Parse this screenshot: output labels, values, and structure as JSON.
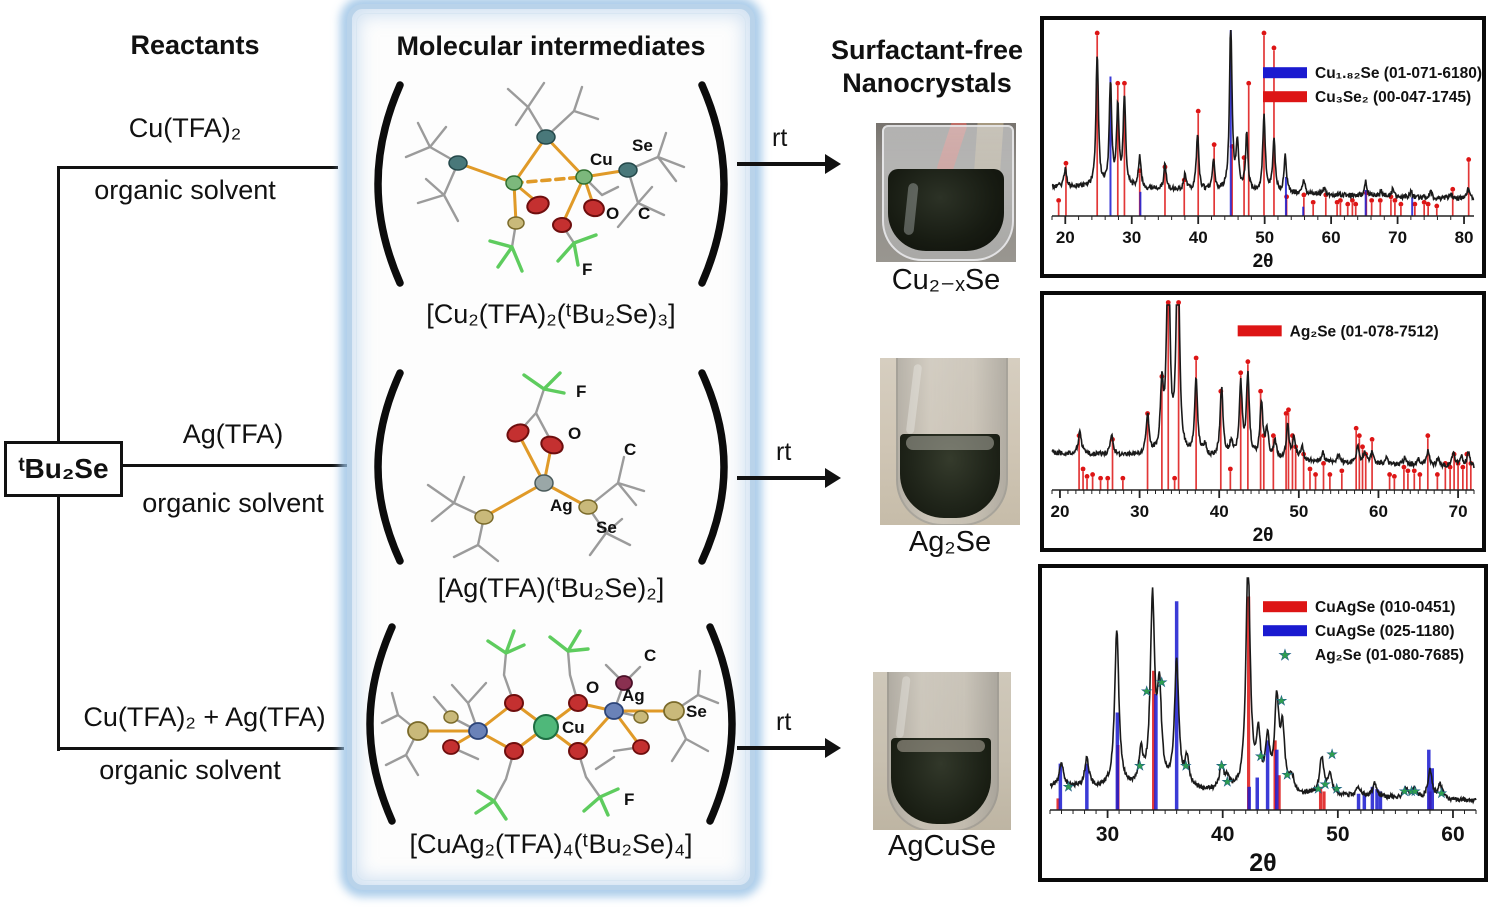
{
  "reactants": {
    "heading": "Reactants",
    "root_formula": "ᵗBu₂Se",
    "branches": [
      {
        "reagent": "Cu(TFA)₂",
        "solvent": "organic solvent"
      },
      {
        "reagent": "Ag(TFA)",
        "solvent": "organic solvent"
      },
      {
        "reagent": "Cu(TFA)₂ + Ag(TFA)",
        "solvent": "organic solvent"
      }
    ]
  },
  "intermediates": {
    "heading": "Molecular intermediates",
    "items": [
      {
        "formula": "[Cu₂(TFA)₂(ᵗBu₂Se)₃]",
        "labels": {
          "metal": "Cu",
          "se": "Se",
          "o": "O",
          "c": "C",
          "f": "F"
        }
      },
      {
        "formula": "[Ag(TFA)(ᵗBu₂Se)₂]",
        "labels": {
          "metal": "Ag",
          "se": "Se",
          "o": "O",
          "c": "C",
          "f": "F"
        }
      },
      {
        "formula": "[CuAg₂(TFA)₄(ᵗBu₂Se)₄]",
        "labels": {
          "metal": "Cu",
          "metal2": "Ag",
          "se": "Se",
          "o": "O",
          "c": "C",
          "f": "F"
        }
      }
    ]
  },
  "products": {
    "heading_line1": "Surfactant-free",
    "heading_line2": "Nanocrystals",
    "condition": "rt",
    "items": [
      {
        "label": "Cu₂₋ₓSe"
      },
      {
        "label": "Ag₂Se"
      },
      {
        "label": "AgCuSe"
      }
    ]
  },
  "colors": {
    "ref_red": "#dd1515",
    "ref_blue": "#1a1ad0",
    "star_green": "#2f9e4f",
    "panel_blue": "#b9d3ea",
    "trace_black": "#1a1a1a"
  },
  "chart_data": [
    {
      "type": "line",
      "title": "",
      "xlabel": "2θ",
      "ylabel": "",
      "xlim": [
        18,
        81.5
      ],
      "xticks": [
        20,
        30,
        40,
        50,
        60,
        70,
        80
      ],
      "minor_step": 2,
      "grid": false,
      "legend_pos": [
        0.5,
        0.2
      ],
      "legend": [
        {
          "label": "Cu₁.₈₂Se (01-071-6180)",
          "color": "#1a1ad0",
          "marker": "bar"
        },
        {
          "label": "Cu₃Se₂ (00-047-1745)",
          "color": "#dd1515",
          "marker": "bar"
        }
      ],
      "baseline": [
        0.16,
        0.09
      ],
      "noise": 0.013,
      "trace_peaks": [
        [
          20,
          0.1
        ],
        [
          24.8,
          0.72
        ],
        [
          26.8,
          0.55
        ],
        [
          27.9,
          0.42
        ],
        [
          28.9,
          0.48
        ],
        [
          31.2,
          0.17
        ],
        [
          35,
          0.13
        ],
        [
          38,
          0.08
        ],
        [
          39.9,
          0.3
        ],
        [
          42.3,
          0.16
        ],
        [
          44.9,
          0.93
        ],
        [
          45.9,
          0.25
        ],
        [
          47.3,
          0.3
        ],
        [
          49.9,
          0.42
        ],
        [
          51.4,
          0.28
        ],
        [
          53.1,
          0.2
        ],
        [
          55.9,
          0.07
        ],
        [
          59,
          0.04
        ],
        [
          65.2,
          0.08
        ],
        [
          67.5,
          0.03
        ],
        [
          69.3,
          0.04
        ],
        [
          72,
          0.03
        ],
        [
          75,
          0.03
        ],
        [
          78,
          0.03
        ],
        [
          80.6,
          0.06
        ]
      ],
      "ref_red": [
        [
          19,
          0.07
        ],
        [
          20.1,
          0.27
        ],
        [
          24.8,
          0.97
        ],
        [
          27.9,
          0.7
        ],
        [
          28.9,
          0.7
        ],
        [
          31.2,
          0.23
        ],
        [
          35,
          0.25
        ],
        [
          37.9,
          0.18
        ],
        [
          40,
          0.55
        ],
        [
          42.4,
          0.37
        ],
        [
          45.1,
          0.36
        ],
        [
          46.9,
          0.3
        ],
        [
          47.6,
          0.7
        ],
        [
          49.9,
          0.97
        ],
        [
          51.4,
          0.89
        ],
        [
          53.3,
          0.09
        ],
        [
          55.9,
          0.1
        ],
        [
          57.3,
          0.06
        ],
        [
          59.2,
          0.1
        ],
        [
          60.9,
          0.06
        ],
        [
          61.4,
          0.07
        ],
        [
          62.5,
          0.05
        ],
        [
          63.2,
          0.07
        ],
        [
          63.7,
          0.05
        ],
        [
          65.3,
          0.11
        ],
        [
          66.1,
          0.07
        ],
        [
          67.4,
          0.07
        ],
        [
          69,
          0.09
        ],
        [
          69.6,
          0.07
        ],
        [
          70.5,
          0.05
        ],
        [
          72.6,
          0.05
        ],
        [
          74,
          0.06
        ],
        [
          74.6,
          0.05
        ],
        [
          75.9,
          0.04
        ],
        [
          78.3,
          0.13
        ],
        [
          80.7,
          0.29
        ]
      ],
      "ref_blue": [
        [
          26.8,
          0.75
        ],
        [
          31.3,
          0.13
        ],
        [
          44.9,
          1.0
        ],
        [
          53.2,
          0.21
        ],
        [
          55.8,
          0.05
        ],
        [
          65.2,
          0.14
        ],
        [
          72.2,
          0.1
        ]
      ],
      "red_dots": true,
      "stick_w": 1.7,
      "tick_font": 17,
      "xlabel_font": 19
    },
    {
      "type": "line",
      "title": "",
      "xlabel": "2θ",
      "ylabel": "",
      "xlim": [
        19,
        72
      ],
      "xticks": [
        20,
        30,
        40,
        50,
        60,
        70
      ],
      "minor_step": 1,
      "grid": false,
      "legend_pos": [
        0.44,
        0.11
      ],
      "legend": [
        {
          "label": "Ag₂Se (01-078-7512)",
          "color": "#dd1515",
          "marker": "bar"
        }
      ],
      "baseline": [
        0.2,
        0.12
      ],
      "noise": 0.013,
      "trace_peaks": [
        [
          22.5,
          0.13
        ],
        [
          26.5,
          0.1
        ],
        [
          31,
          0.22
        ],
        [
          32.8,
          0.35
        ],
        [
          33.6,
          1.3
        ],
        [
          34.8,
          1.3
        ],
        [
          37.1,
          0.42
        ],
        [
          38.2,
          0.06
        ],
        [
          40.3,
          0.38
        ],
        [
          41.5,
          0.08
        ],
        [
          42.7,
          0.4
        ],
        [
          43.6,
          0.45
        ],
        [
          45.3,
          0.3
        ],
        [
          46,
          0.15
        ],
        [
          47,
          0.1
        ],
        [
          48.6,
          0.18
        ],
        [
          49.4,
          0.12
        ],
        [
          50.4,
          0.08
        ],
        [
          53,
          0.05
        ],
        [
          55,
          0.04
        ],
        [
          57.4,
          0.09
        ],
        [
          58.3,
          0.06
        ],
        [
          59.2,
          0.06
        ],
        [
          61,
          0.03
        ],
        [
          63.3,
          0.04
        ],
        [
          65,
          0.03
        ],
        [
          66.2,
          0.08
        ],
        [
          67.5,
          0.04
        ],
        [
          69.4,
          0.08
        ],
        [
          70.4,
          0.06
        ],
        [
          71.3,
          0.08
        ]
      ],
      "ref_red": [
        [
          22.4,
          0.28
        ],
        [
          22.9,
          0.1
        ],
        [
          23.4,
          0.06
        ],
        [
          24.1,
          0.07
        ],
        [
          25.1,
          0.05
        ],
        [
          26,
          0.05
        ],
        [
          26.6,
          0.26
        ],
        [
          27.9,
          0.05
        ],
        [
          31,
          0.4
        ],
        [
          32.8,
          0.6
        ],
        [
          33.6,
          1.0
        ],
        [
          34.4,
          0.05
        ],
        [
          34.9,
          1.0
        ],
        [
          37.1,
          0.7
        ],
        [
          40.2,
          0.52
        ],
        [
          41.4,
          0.1
        ],
        [
          42.7,
          0.62
        ],
        [
          43.6,
          0.68
        ],
        [
          45.2,
          0.52
        ],
        [
          45.6,
          0.28
        ],
        [
          46.8,
          0.28
        ],
        [
          48.4,
          0.4
        ],
        [
          48.7,
          0.42
        ],
        [
          49.2,
          0.28
        ],
        [
          49.6,
          0.22
        ],
        [
          50.6,
          0.18
        ],
        [
          51.4,
          0.1
        ],
        [
          52.1,
          0.07
        ],
        [
          53.1,
          0.13
        ],
        [
          53.9,
          0.07
        ],
        [
          55.4,
          0.09
        ],
        [
          57.2,
          0.32
        ],
        [
          57.6,
          0.28
        ],
        [
          58,
          0.22
        ],
        [
          58.4,
          0.18
        ],
        [
          59.2,
          0.26
        ],
        [
          61.4,
          0.07
        ],
        [
          62,
          0.06
        ],
        [
          63.2,
          0.11
        ],
        [
          63.7,
          0.09
        ],
        [
          64.5,
          0.09
        ],
        [
          65.2,
          0.07
        ],
        [
          66.2,
          0.28
        ],
        [
          67.4,
          0.07
        ],
        [
          68.4,
          0.13
        ],
        [
          69,
          0.11
        ],
        [
          69.5,
          0.18
        ],
        [
          70,
          0.13
        ],
        [
          70.6,
          0.11
        ],
        [
          71.1,
          0.18
        ],
        [
          71.6,
          0.13
        ]
      ],
      "ref_blue": [],
      "red_dots": true,
      "stick_w": 1.7,
      "tick_font": 17,
      "xlabel_font": 19
    },
    {
      "type": "line",
      "title": "",
      "xlabel": "2θ",
      "ylabel": "",
      "xlim": [
        25,
        62
      ],
      "xticks": [
        30,
        40,
        50,
        60
      ],
      "minor_step": 1,
      "grid": false,
      "legend_pos": [
        0.5,
        0.1
      ],
      "legend": [
        {
          "label": "CuAgSe (010-0451)",
          "color": "#dd1515",
          "marker": "bar"
        },
        {
          "label": "CuAgSe (025-1180)",
          "color": "#1a1ad0",
          "marker": "bar"
        },
        {
          "label": "Ag₂Se (01-080-7685)",
          "color": "#2f9e4f",
          "marker": "star"
        }
      ],
      "baseline": [
        0.1,
        0.04
      ],
      "noise": 0.01,
      "trace_peaks": [
        [
          26,
          0.1
        ],
        [
          28.2,
          0.12
        ],
        [
          30.8,
          0.68
        ],
        [
          32.9,
          0.14
        ],
        [
          33.9,
          0.8
        ],
        [
          34.5,
          0.4
        ],
        [
          36,
          0.55
        ],
        [
          36.9,
          0.12
        ],
        [
          39.9,
          0.1
        ],
        [
          40.4,
          0.05
        ],
        [
          42.2,
          1.0
        ],
        [
          43.1,
          0.22
        ],
        [
          43.9,
          0.2
        ],
        [
          44.7,
          0.38
        ],
        [
          45.2,
          0.25
        ],
        [
          46,
          0.06
        ],
        [
          48.6,
          0.16
        ],
        [
          49.3,
          0.08
        ],
        [
          51.8,
          0.04
        ],
        [
          53.2,
          0.06
        ],
        [
          55.9,
          0.04
        ],
        [
          56.6,
          0.04
        ],
        [
          58,
          0.12
        ],
        [
          58.9,
          0.06
        ]
      ],
      "ref_red": [
        [
          25.7,
          0.05
        ],
        [
          30.9,
          0.28
        ],
        [
          34,
          0.6
        ],
        [
          42.25,
          0.92
        ],
        [
          44.55,
          0.3
        ],
        [
          44.9,
          0.15
        ],
        [
          48.5,
          0.1
        ],
        [
          48.8,
          0.08
        ],
        [
          58,
          0.08
        ]
      ],
      "ref_blue": [
        [
          25.9,
          0.2
        ],
        [
          28.2,
          0.2
        ],
        [
          30.85,
          0.42
        ],
        [
          34.2,
          0.5
        ],
        [
          36,
          0.9
        ],
        [
          42.3,
          0.1
        ],
        [
          43,
          0.14
        ],
        [
          43.9,
          0.3
        ],
        [
          44.7,
          0.26
        ],
        [
          51.8,
          0.07
        ],
        [
          52.3,
          0.07
        ],
        [
          53,
          0.1
        ],
        [
          53.4,
          0.09
        ],
        [
          53.7,
          0.08
        ],
        [
          57.9,
          0.26
        ],
        [
          58.2,
          0.18
        ]
      ],
      "stars": [
        [
          26.6,
          0.07
        ],
        [
          32.8,
          0.16
        ],
        [
          33.4,
          0.48
        ],
        [
          34.7,
          0.52
        ],
        [
          36.8,
          0.16
        ],
        [
          39.9,
          0.16
        ],
        [
          40.4,
          0.09
        ],
        [
          43.3,
          0.2
        ],
        [
          45.1,
          0.44
        ],
        [
          45.6,
          0.12
        ],
        [
          48.3,
          0.06
        ],
        [
          48.9,
          0.08
        ],
        [
          49.5,
          0.21
        ],
        [
          49.9,
          0.06
        ],
        [
          55.8,
          0.05
        ],
        [
          56.4,
          0.05
        ],
        [
          56.7,
          0.05
        ],
        [
          59,
          0.04
        ]
      ],
      "red_dots": false,
      "stick_w": 3.2,
      "tick_font": 21,
      "xlabel_font": 25
    }
  ]
}
